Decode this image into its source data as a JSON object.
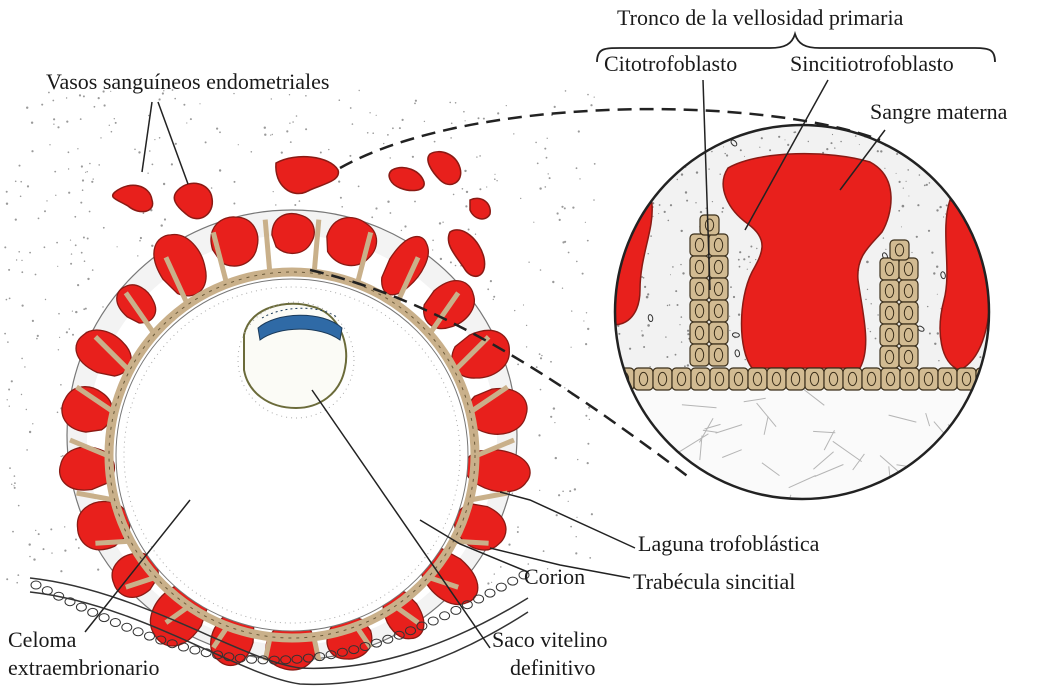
{
  "colors": {
    "blood": "#e8201c",
    "blood_outline": "#8a1a14",
    "trophoblast": "#d8c4a0",
    "cell": "#cfb88f",
    "stipple": "#9a9a9a",
    "line": "#222222"
  },
  "labels": {
    "vasos": "Vasos sanguíneos endometriales",
    "tronco": "Tronco de la vellosidad primaria",
    "citotrofoblasto": "Citotrofoblasto",
    "sincitiotrofoblasto": "Sincitiotrofoblasto",
    "sangre_materna": "Sangre materna",
    "laguna": "Laguna trofoblástica",
    "corion": "Corion",
    "trabecula": "Trabécula sincitial",
    "celoma_1": "Celoma",
    "celoma_2": "extraembrionario",
    "saco_1": "Saco vitelino",
    "saco_2": "definitivo"
  }
}
